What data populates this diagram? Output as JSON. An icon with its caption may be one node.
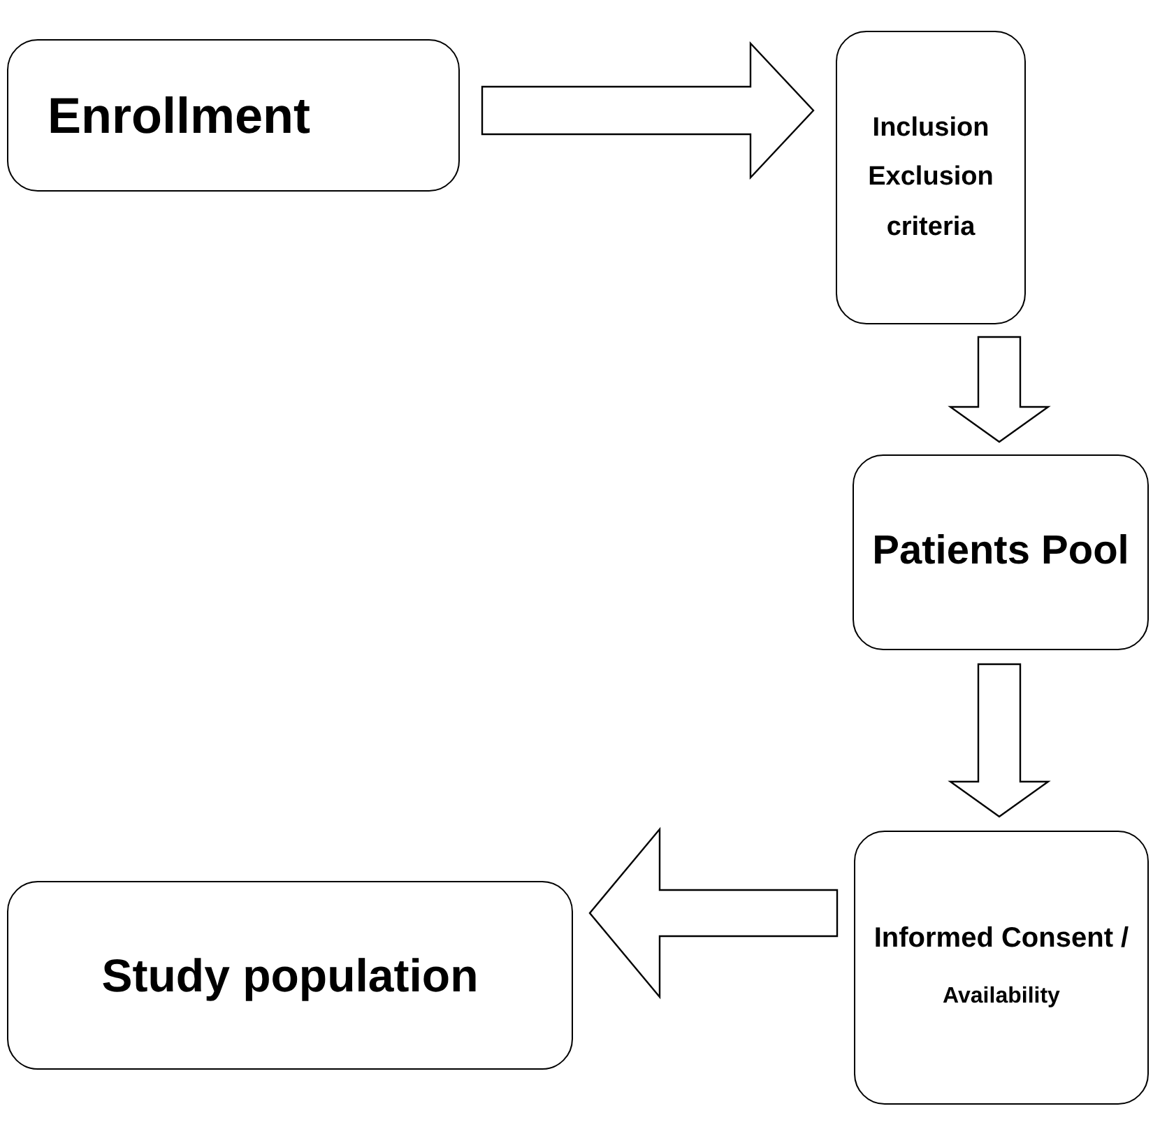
{
  "diagram": {
    "nodes": [
      {
        "text": [
          "Enrollment"
        ]
      },
      {
        "text": [
          "Inclusion Exclusion criteria"
        ]
      },
      {
        "text": [
          "Patients Pool"
        ]
      },
      {
        "text": [
          "Informed Consent /",
          "Availability"
        ]
      },
      {
        "text": [
          "Study population"
        ]
      }
    ],
    "edges": [
      {
        "from": 0,
        "to": 1,
        "arrow": "to"
      },
      {
        "from": 1,
        "to": 2,
        "arrow": "to"
      },
      {
        "from": 2,
        "to": 3,
        "arrow": "to"
      },
      {
        "from": 3,
        "to": 4,
        "arrow": "to"
      }
    ]
  }
}
